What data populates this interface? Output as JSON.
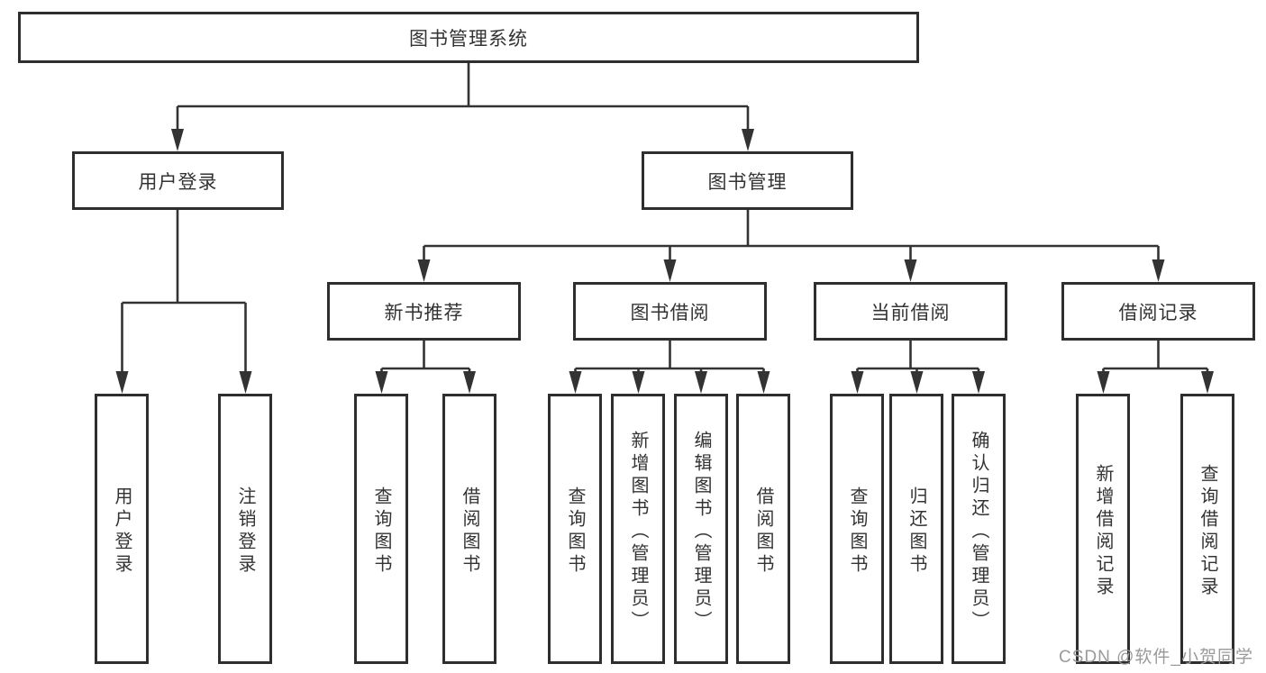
{
  "tree": {
    "label": "图书管理系统",
    "children": [
      {
        "label": "用户登录",
        "children": [
          {
            "label": "用户登录"
          },
          {
            "label": "注销登录"
          }
        ]
      },
      {
        "label": "图书管理",
        "children": [
          {
            "label": "新书推荐",
            "children": [
              {
                "label": "查询图书"
              },
              {
                "label": "借阅图书"
              }
            ]
          },
          {
            "label": "图书借阅",
            "children": [
              {
                "label": "查询图书"
              },
              {
                "label": "新增图书（管理员）"
              },
              {
                "label": "编辑图书（管理员）"
              },
              {
                "label": "借阅图书"
              }
            ]
          },
          {
            "label": "当前借阅",
            "children": [
              {
                "label": "查询图书"
              },
              {
                "label": "归还图书"
              },
              {
                "label": "确认归还（管理员）"
              }
            ]
          },
          {
            "label": "借阅记录",
            "children": [
              {
                "label": "新增借阅记录"
              },
              {
                "label": "查询借阅记录"
              }
            ]
          }
        ]
      }
    ]
  },
  "watermark": "CSDN @软件_小贺同学",
  "colors": {
    "line": "#333333",
    "node_border": "#2e2e2e",
    "node_background": "#ffffff",
    "text": "#333333",
    "watermark_text": "#9a9a9a",
    "page_background": "#ffffff"
  }
}
